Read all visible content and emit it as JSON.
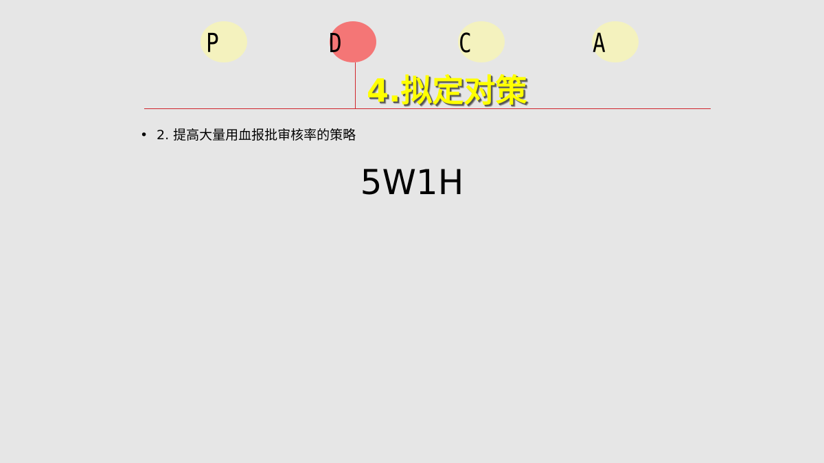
{
  "pdca": {
    "steps": [
      {
        "letter": "P",
        "active": false
      },
      {
        "letter": "D",
        "active": true
      },
      {
        "letter": "C",
        "active": false
      },
      {
        "letter": "A",
        "active": false
      }
    ]
  },
  "slide": {
    "title": "4.拟定对策",
    "bullet": {
      "marker": "•",
      "text": "2. 提高大量用血报批审核率的策略"
    },
    "center_text": "5W1H"
  },
  "colors": {
    "background": "#e6e6e6",
    "inactive_circle": "#f4f2be",
    "active_circle": "#f47676",
    "title": "#ffff00",
    "rule": "#d0242b"
  }
}
